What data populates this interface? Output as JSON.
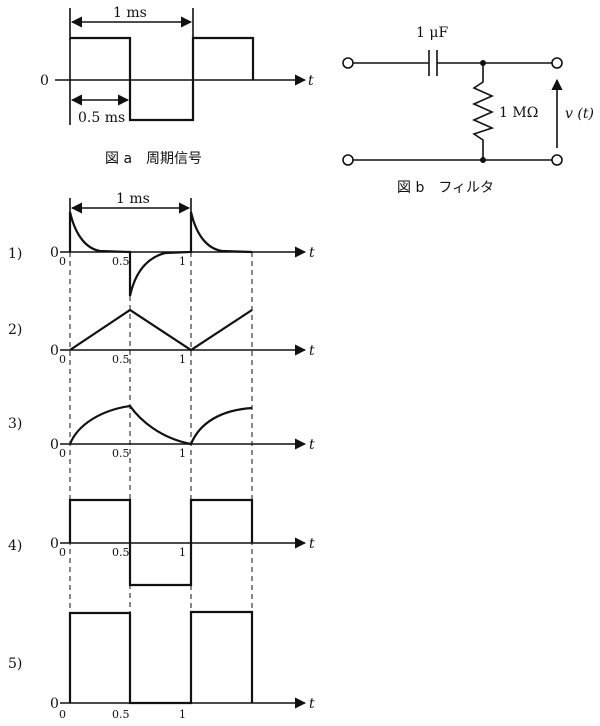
{
  "figure_a": {
    "caption": "図 a　周期信号",
    "period_label": "1 ms",
    "half_label": "0.5 ms",
    "zero_label": "0",
    "t_label": "t"
  },
  "figure_b": {
    "caption": "図 b　フィルタ",
    "capacitor_label": "1 μF",
    "resistor_label": "1 MΩ",
    "output_label": "v (t)"
  },
  "answers": {
    "period_label": "1 ms",
    "zero_label": "0",
    "t_label": "t",
    "tick_zero": "0",
    "tick_half": "0.5",
    "tick_one": "1",
    "options": [
      {
        "label": "1)"
      },
      {
        "label": "2)"
      },
      {
        "label": "3)"
      },
      {
        "label": "4)"
      },
      {
        "label": "5)"
      }
    ]
  }
}
